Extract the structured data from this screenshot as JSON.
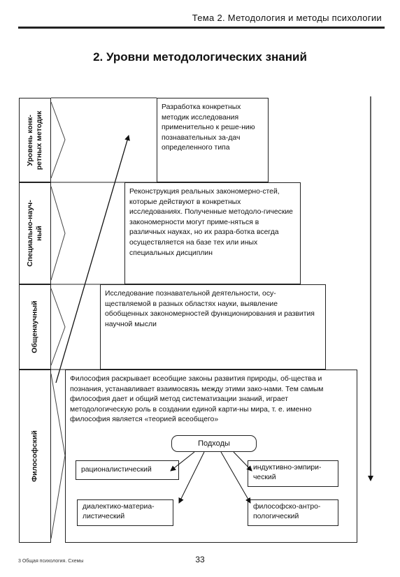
{
  "header": {
    "title": "Тема 2. Методология и методы психологии"
  },
  "section": {
    "title": "2. Уровни методологических знаний"
  },
  "levels": [
    {
      "label": "Уровень конк-\nретных методик",
      "text": "Разработка конкретных методик исследования применительно к реше-нию познавательных за-дач определенного типа"
    },
    {
      "label": "Специально-науч-\nный",
      "text": "Реконструкция реальных закономерно-стей, которые действуют в конкретных исследованиях. Полученные методоло-гические закономерности могут приме-няться в различных науках, но их разра-ботка всегда осуществляется на базе тех или иных специальных дисциплин"
    },
    {
      "label": "Общенаучный",
      "text": "Исследование познавательной деятельности, осу-ществляемой в разных областях науки, выявление обобщенных закономерностей функционирования и развития научной мысли"
    },
    {
      "label": "Философский",
      "text": "Философия раскрывает всеобщие законы развития природы, об-щества и познания, устанавливает взаимосвязь между этими зако-нами. Тем самым философия дает и общий метод систематизации знаний, играет методологическую роль в создании единой карти-ны мира, т. е. именно философия является «теорией всеобщего»"
    }
  ],
  "approaches": {
    "title": "Подходы",
    "items": [
      "рационалистический",
      "индуктивно-эмпири-ческий",
      "диалектико-материа-листический",
      "философско-антро-пологический"
    ]
  },
  "footer": {
    "left": "3 Общая психология. Схемы",
    "page_number": "33"
  }
}
